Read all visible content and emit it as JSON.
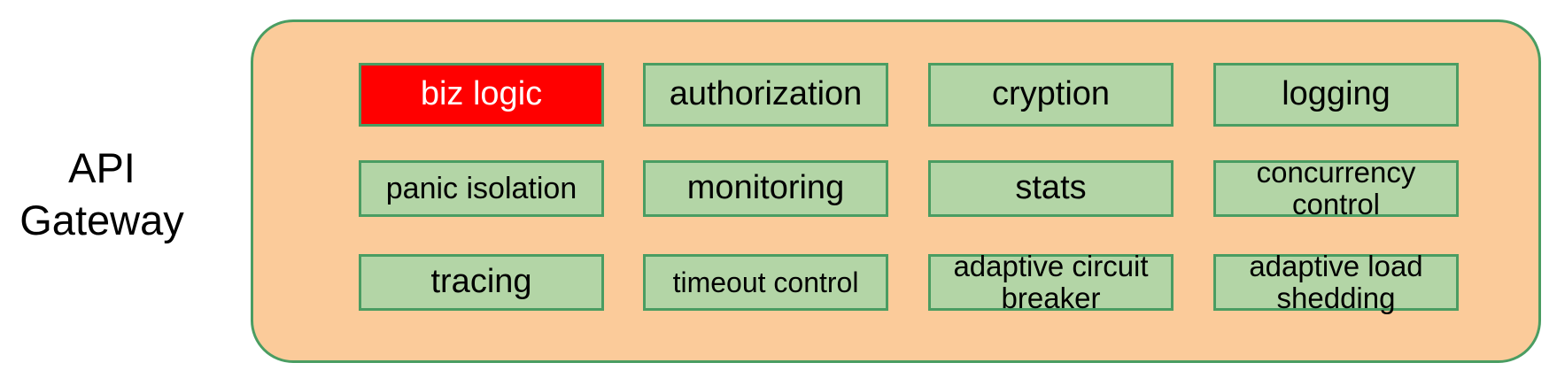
{
  "diagram": {
    "title": "API\nGateway",
    "colors": {
      "container_fill": "#FBCB9A",
      "container_border": "#4A9D62",
      "cell_fill": "#B3D5A6",
      "cell_border": "#4A9D62",
      "highlight_fill": "#FF0000",
      "highlight_text": "#FFFFFF",
      "text": "#000000"
    },
    "cells": [
      {
        "label": "biz logic",
        "row": 1,
        "col": 1,
        "highlighted": true
      },
      {
        "label": "authorization",
        "row": 1,
        "col": 2,
        "highlighted": false
      },
      {
        "label": "cryption",
        "row": 1,
        "col": 3,
        "highlighted": false
      },
      {
        "label": "logging",
        "row": 1,
        "col": 4,
        "highlighted": false
      },
      {
        "label": "panic isolation",
        "row": 2,
        "col": 1,
        "highlighted": false
      },
      {
        "label": "monitoring",
        "row": 2,
        "col": 2,
        "highlighted": false
      },
      {
        "label": "stats",
        "row": 2,
        "col": 3,
        "highlighted": false
      },
      {
        "label": "concurrency control",
        "row": 2,
        "col": 4,
        "highlighted": false
      },
      {
        "label": "tracing",
        "row": 3,
        "col": 1,
        "highlighted": false
      },
      {
        "label": "timeout control",
        "row": 3,
        "col": 2,
        "highlighted": false
      },
      {
        "label": "adaptive circuit breaker",
        "row": 3,
        "col": 3,
        "highlighted": false
      },
      {
        "label": "adaptive load shedding",
        "row": 3,
        "col": 4,
        "highlighted": false
      }
    ]
  }
}
